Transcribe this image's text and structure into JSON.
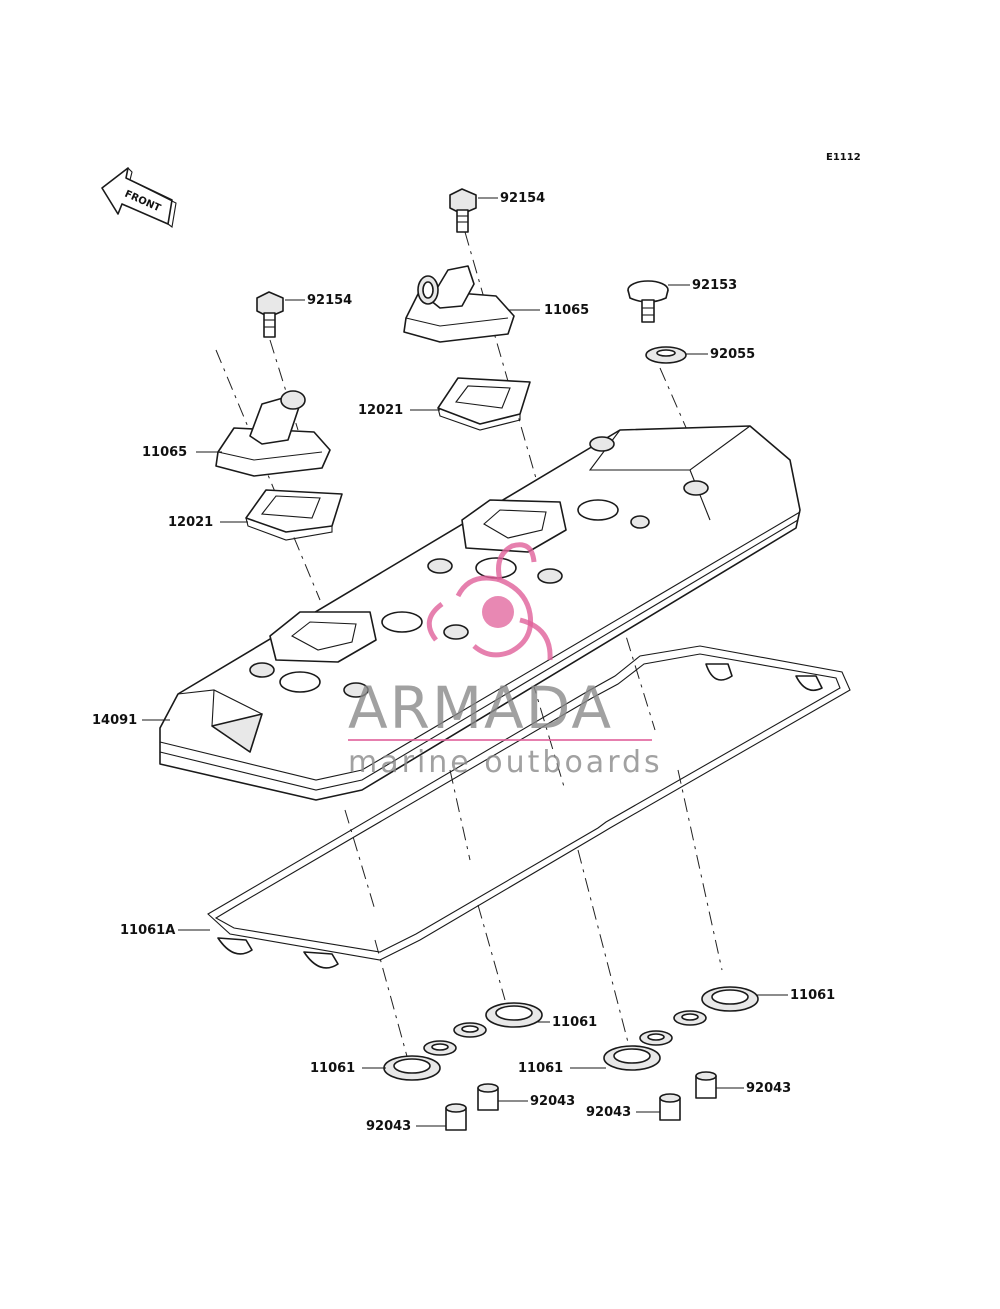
{
  "diagram_code": "E1112",
  "front_label": "FRONT",
  "watermark": {
    "brand": "ARMADA",
    "tagline": "marine outboards",
    "accent_color": "#e0609a"
  },
  "callouts": [
    {
      "id": "bolt_right",
      "part_number": "92154"
    },
    {
      "id": "bolt_left",
      "part_number": "92154"
    },
    {
      "id": "breather_right",
      "part_number": "11065"
    },
    {
      "id": "breather_left",
      "part_number": "11065"
    },
    {
      "id": "plate_right",
      "part_number": "12021"
    },
    {
      "id": "plate_left",
      "part_number": "12021"
    },
    {
      "id": "cap_bolt",
      "part_number": "92153"
    },
    {
      "id": "washer",
      "part_number": "92055"
    },
    {
      "id": "head_cover",
      "part_number": "14091"
    },
    {
      "id": "main_gasket",
      "part_number": "11061A"
    },
    {
      "id": "gasket_a",
      "part_number": "11061"
    },
    {
      "id": "gasket_b",
      "part_number": "11061"
    },
    {
      "id": "gasket_c",
      "part_number": "11061"
    },
    {
      "id": "gasket_d",
      "part_number": "11061"
    },
    {
      "id": "sleeve_a",
      "part_number": "92043"
    },
    {
      "id": "sleeve_b",
      "part_number": "92043"
    },
    {
      "id": "sleeve_c",
      "part_number": "92043"
    },
    {
      "id": "sleeve_d",
      "part_number": "92043"
    }
  ]
}
